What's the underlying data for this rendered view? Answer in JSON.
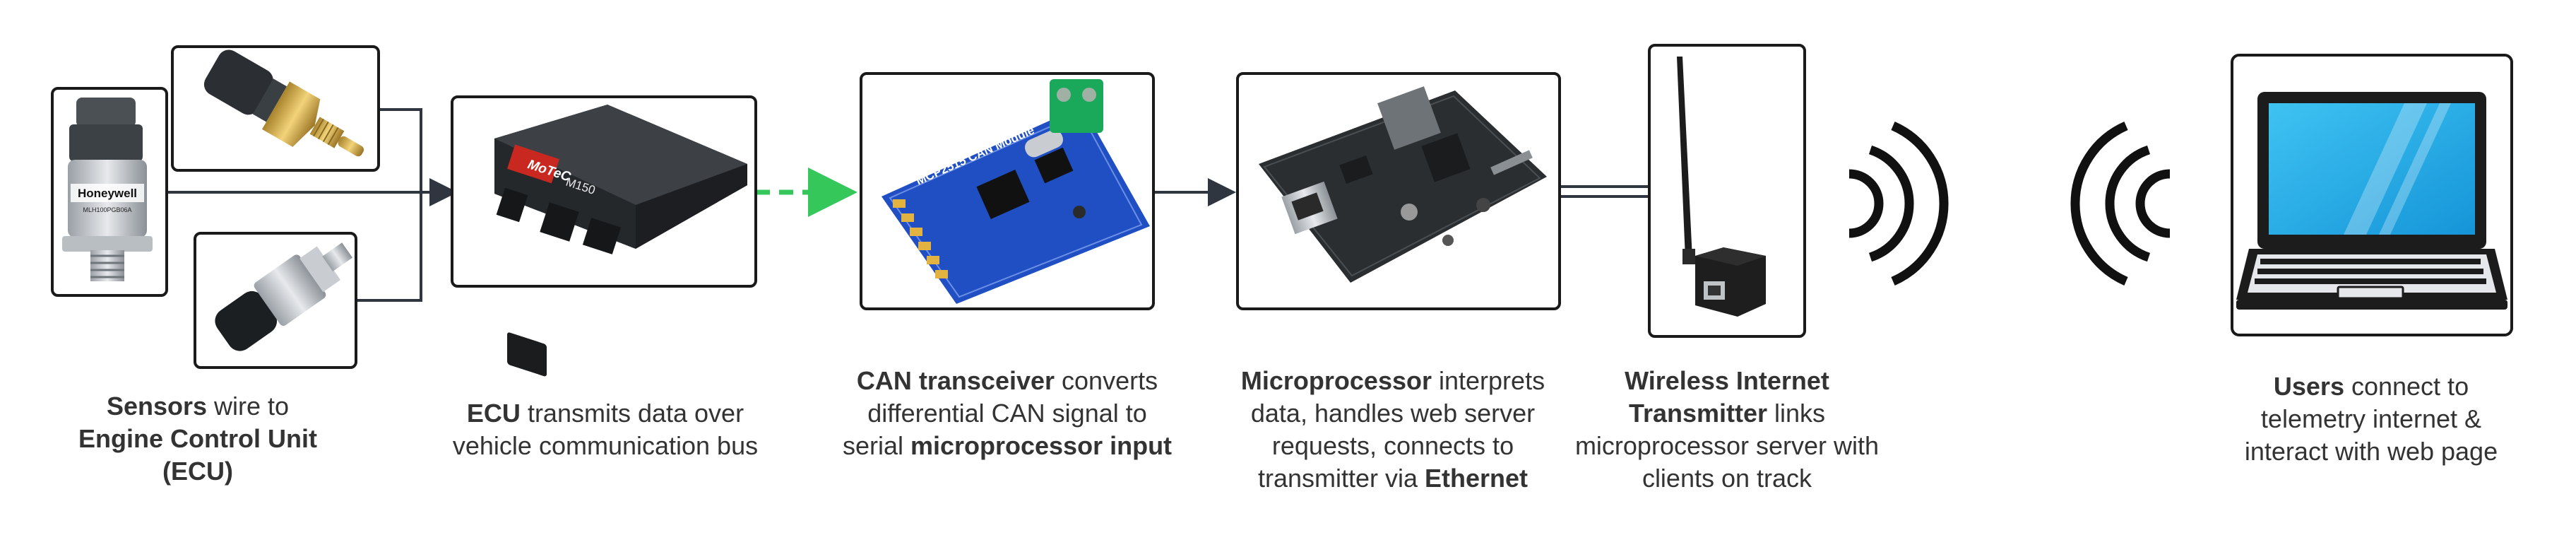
{
  "colors": {
    "box_border": "#1a1a1a",
    "connector": "#2f3640",
    "can_link": "#35c759",
    "text": "#333333",
    "board_blue": "#1f4fc2",
    "terminal_green": "#1aa85a"
  },
  "icons": [
    "pressure-sensor",
    "temperature-sensor",
    "oil-pressure-sensor",
    "ecu-module",
    "can-transceiver-board",
    "microprocessor-board",
    "wireless-transmitter",
    "wifi-signal",
    "laptop"
  ],
  "images": {
    "sensor_brand": "Honeywell",
    "sensor_model": "MLH100PGB06A",
    "ecu_brand": "MoTeC",
    "ecu_model": "M150",
    "can_board_label": "MCP2515 CAN Module"
  },
  "captions": {
    "sensors": {
      "b1": "Sensors",
      "t1": " wire to ",
      "b2": "Engine Control Unit (ECU)"
    },
    "ecu": {
      "b1": "ECU",
      "t1": " transmits data over vehicle communication bus"
    },
    "can": {
      "b1": "CAN transceiver",
      "t1": " converts differential CAN signal to serial ",
      "b2": "microprocessor input"
    },
    "micro": {
      "b1": "Microprocessor",
      "t1": " interprets data, handles web server requests, connects to transmitter via ",
      "b2": "Ethernet"
    },
    "wireless": {
      "b1": "Wireless Internet Transmitter",
      "t1": " links microprocessor server with clients on track"
    },
    "users": {
      "b1": "Users",
      "t1": " connect to telemetry internet & interact with web page"
    }
  }
}
